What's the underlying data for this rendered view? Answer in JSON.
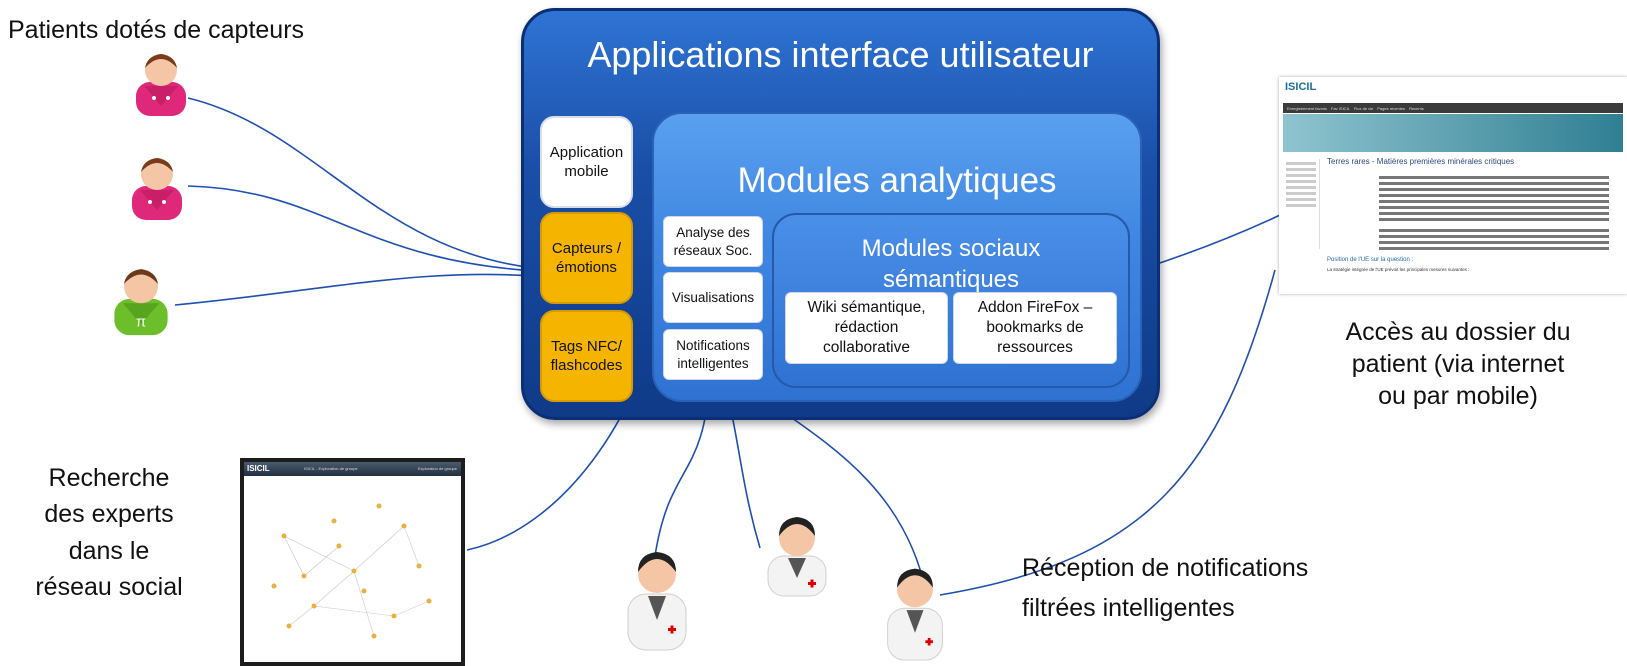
{
  "labels": {
    "patients": "Patients dotés de capteurs",
    "access_line1": "Accès au dossier du",
    "access_line2": "patient (via internet",
    "access_line3": "ou par mobile)",
    "search_line1": "Recherche",
    "search_line2": "des experts",
    "search_line3": "dans le",
    "search_line4": "réseau social",
    "reception_line1": "Réception de notifications",
    "reception_line2": "filtrées intelligentes"
  },
  "panel": {
    "title": "Applications interface utilisateur",
    "side_boxes": {
      "mobile_line1": "Application",
      "mobile_line2": "mobile",
      "sensors_line1": "Capteurs /",
      "sensors_line2": "émotions",
      "nfc_line1": "Tags NFC/",
      "nfc_line2": "flashcodes"
    },
    "analytics": {
      "title": "Modules analytiques",
      "soc_line1": "Analyse des",
      "soc_line2": "réseaux Soc.",
      "visualisations": "Visualisations",
      "notif_line1": "Notifications",
      "notif_line2": "intelligentes"
    },
    "social": {
      "title_line1": "Modules sociaux",
      "title_line2": "sémantiques",
      "wiki_line1": "Wiki sémantique,",
      "wiki_line2": "rédaction",
      "wiki_line3": "collaborative",
      "addon_line1": "Addon FireFox –",
      "addon_line2": "bookmarks de",
      "addon_line3": "ressources"
    }
  },
  "doc_screenshot": {
    "logo": "ISICIL",
    "title": "Terres rares - Matières premières minérales critiques",
    "section": "Position de l'UE sur la question :",
    "section_text": "La stratégie intégrée de l'UE prévoit les principales mesures suivantes :",
    "nav": [
      "Enregistrement favoris",
      "Fav ISICIL",
      "Flux de vie",
      "Pages récentes",
      "Recents"
    ]
  },
  "net_screenshot": {
    "logo": "ISICIL",
    "header": "ISICIL - Exploration de groupe",
    "header_right": "Exploration de groupe"
  },
  "colors": {
    "panel_blue": "#1a4fa8",
    "analytics_blue": "#3f86e2",
    "sensor_amber": "#f5b400",
    "patient_pink": "#e0287a",
    "patient_green": "#6cbf2a"
  },
  "icons": [
    "patient-avatar-icon",
    "doctor-avatar-icon"
  ]
}
